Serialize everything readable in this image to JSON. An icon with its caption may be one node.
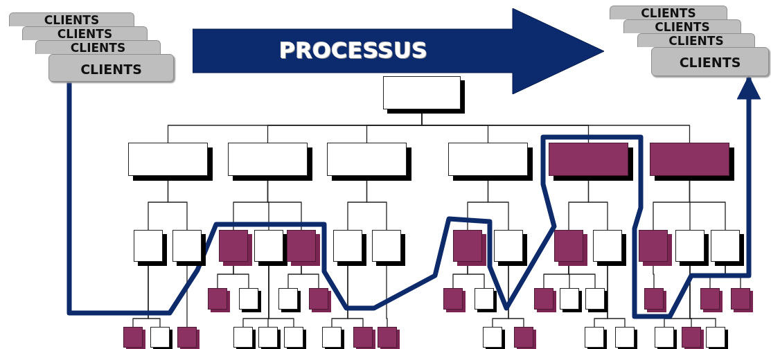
{
  "diagram": {
    "nodes": [
      {
        "text": [
          "CLIENTS"
        ]
      },
      {
        "text": [
          "CLIENTS"
        ]
      },
      {
        "text": [
          "CLIENTS"
        ]
      },
      {
        "text": [
          "CLIENTS"
        ]
      },
      {
        "text": [
          "PROCESSUS"
        ]
      },
      {
        "text": [
          "CLIENTS"
        ]
      },
      {
        "text": [
          "CLIENTS"
        ]
      },
      {
        "text": [
          "CLIENTS"
        ]
      },
      {
        "text": [
          "CLIENTS"
        ]
      },
      {
        "text": [],
        "shape": "box"
      },
      {
        "text": [],
        "shape": "box"
      },
      {
        "text": [],
        "shape": "box"
      },
      {
        "text": [],
        "shape": "box"
      },
      {
        "text": [],
        "shape": "box"
      },
      {
        "text": [],
        "shape": "box"
      },
      {
        "text": [],
        "shape": "box"
      },
      {
        "text": [],
        "shape": "box"
      },
      {
        "text": [],
        "shape": "box"
      },
      {
        "text": [],
        "shape": "box"
      },
      {
        "text": [],
        "shape": "box"
      },
      {
        "text": [],
        "shape": "box"
      },
      {
        "text": [],
        "shape": "box"
      },
      {
        "text": [],
        "shape": "box"
      },
      {
        "text": [],
        "shape": "box"
      },
      {
        "text": [],
        "shape": "box"
      },
      {
        "text": [],
        "shape": "box"
      },
      {
        "text": [],
        "shape": "box"
      },
      {
        "text": [],
        "shape": "box"
      },
      {
        "text": [],
        "shape": "box"
      },
      {
        "text": [],
        "shape": "box"
      },
      {
        "text": [],
        "shape": "box"
      },
      {
        "text": [],
        "shape": "box"
      },
      {
        "text": [],
        "shape": "box"
      },
      {
        "text": [],
        "shape": "box"
      },
      {
        "text": [],
        "shape": "box"
      },
      {
        "text": [],
        "shape": "box"
      },
      {
        "text": [],
        "shape": "box"
      },
      {
        "text": [],
        "shape": "box"
      },
      {
        "text": [],
        "shape": "box"
      },
      {
        "text": [],
        "shape": "box"
      },
      {
        "text": [],
        "shape": "box"
      },
      {
        "text": [],
        "shape": "box"
      },
      {
        "text": [],
        "shape": "box"
      },
      {
        "text": [],
        "shape": "box"
      },
      {
        "text": [],
        "shape": "box"
      },
      {
        "text": [],
        "shape": "box"
      },
      {
        "text": [],
        "shape": "box"
      },
      {
        "text": [],
        "shape": "box"
      },
      {
        "text": [],
        "shape": "box"
      },
      {
        "text": [],
        "shape": "box"
      },
      {
        "text": [],
        "shape": "box"
      },
      {
        "text": [],
        "shape": "box"
      },
      {
        "text": [],
        "shape": "box"
      },
      {
        "text": [],
        "shape": "box"
      },
      {
        "text": [],
        "shape": "box"
      },
      {
        "text": [],
        "shape": "box"
      },
      {
        "text": [],
        "shape": "box"
      },
      {
        "text": [],
        "shape": "box"
      }
    ],
    "edges": [
      {
        "from": 9,
        "to": 10,
        "arrow": "none"
      },
      {
        "from": 9,
        "to": 11,
        "arrow": "none"
      },
      {
        "from": 9,
        "to": 12,
        "arrow": "none"
      },
      {
        "from": 9,
        "to": 13,
        "arrow": "none"
      },
      {
        "from": 9,
        "to": 14,
        "arrow": "none"
      },
      {
        "from": 9,
        "to": 15,
        "arrow": "none"
      },
      {
        "from": 10,
        "to": 16,
        "arrow": "none"
      },
      {
        "from": 10,
        "to": 17,
        "arrow": "none"
      },
      {
        "from": 11,
        "to": 18,
        "arrow": "none"
      },
      {
        "from": 11,
        "to": 19,
        "arrow": "none"
      },
      {
        "from": 11,
        "to": 20,
        "arrow": "none"
      },
      {
        "from": 12,
        "to": 21,
        "arrow": "none"
      },
      {
        "from": 12,
        "to": 22,
        "arrow": "none"
      },
      {
        "from": 13,
        "to": 23,
        "arrow": "none"
      },
      {
        "from": 13,
        "to": 24,
        "arrow": "none"
      },
      {
        "from": 14,
        "to": 25,
        "arrow": "none"
      },
      {
        "from": 14,
        "to": 26,
        "arrow": "none"
      },
      {
        "from": 15,
        "to": 27,
        "arrow": "none"
      },
      {
        "from": 15,
        "to": 28,
        "arrow": "none"
      },
      {
        "from": 15,
        "to": 29,
        "arrow": "none"
      },
      {
        "from": 18,
        "to": 30,
        "arrow": "none"
      },
      {
        "from": 18,
        "to": 31,
        "arrow": "none"
      },
      {
        "from": 20,
        "to": 32,
        "arrow": "none"
      },
      {
        "from": 20,
        "to": 33,
        "arrow": "none"
      },
      {
        "from": 23,
        "to": 34,
        "arrow": "none"
      },
      {
        "from": 23,
        "to": 35,
        "arrow": "none"
      },
      {
        "from": 25,
        "to": 36,
        "arrow": "none"
      },
      {
        "from": 25,
        "to": 37,
        "arrow": "none"
      },
      {
        "from": 25,
        "to": 38,
        "arrow": "none"
      },
      {
        "from": 27,
        "to": 39,
        "arrow": "none"
      },
      {
        "from": 29,
        "to": 40,
        "arrow": "none"
      },
      {
        "from": 29,
        "to": 41,
        "arrow": "none"
      },
      {
        "from": 16,
        "to": 42,
        "arrow": "none"
      },
      {
        "from": 16,
        "to": 43,
        "arrow": "none"
      },
      {
        "from": 17,
        "to": 44,
        "arrow": "none"
      },
      {
        "from": 19,
        "to": 45,
        "arrow": "none"
      },
      {
        "from": 19,
        "to": 46,
        "arrow": "none"
      },
      {
        "from": 19,
        "to": 47,
        "arrow": "none"
      },
      {
        "from": 21,
        "to": 48,
        "arrow": "none"
      },
      {
        "from": 21,
        "to": 49,
        "arrow": "none"
      },
      {
        "from": 22,
        "to": 50,
        "arrow": "none"
      },
      {
        "from": 24,
        "to": 51,
        "arrow": "none"
      },
      {
        "from": 24,
        "to": 52,
        "arrow": "none"
      },
      {
        "from": 26,
        "to": 53,
        "arrow": "none"
      },
      {
        "from": 26,
        "to": 54,
        "arrow": "none"
      },
      {
        "from": 28,
        "to": 55,
        "arrow": "none"
      },
      {
        "from": 28,
        "to": 56,
        "arrow": "none"
      },
      {
        "from": 28,
        "to": 57,
        "arrow": "none"
      },
      {
        "from": 3,
        "to": 8,
        "arrow": "to",
        "style": "thick",
        "color": "#0d2a6b"
      }
    ]
  }
}
